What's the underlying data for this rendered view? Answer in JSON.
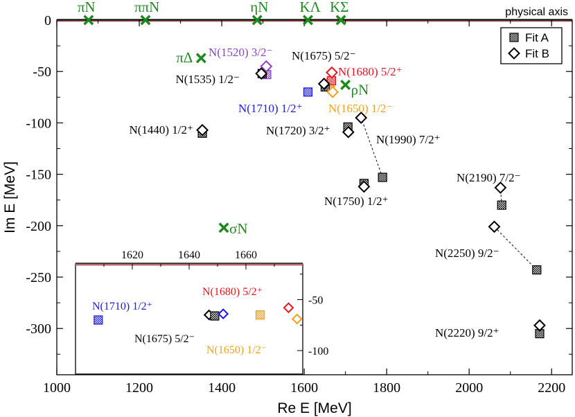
{
  "chart_data": {
    "type": "scatter",
    "xlabel": "Re E [MeV]",
    "ylabel": "Im E [MeV]",
    "xlim": [
      1000,
      2250
    ],
    "ylim": [
      -345,
      0
    ],
    "xticks": [
      1000,
      1200,
      1400,
      1600,
      1800,
      2000,
      2200
    ],
    "yticks": [
      0,
      -50,
      -100,
      -150,
      -200,
      -250,
      -300
    ],
    "axis_note": "physical axis",
    "legend": {
      "placement": "top-right",
      "entries": [
        {
          "name": "Fit A",
          "marker": "square"
        },
        {
          "name": "Fit B",
          "marker": "diamond"
        }
      ]
    },
    "colors": {
      "threshold": "#1e8a1e",
      "black": "#000000",
      "purple": "#8a3fc4",
      "red": "#e8141e",
      "blue": "#1a1ae6",
      "orange": "#f0a01e",
      "physical_axis": "#b07070"
    },
    "thresholds": [
      {
        "label": "πN",
        "x": 1077,
        "y": 0
      },
      {
        "label": "ππN",
        "x": 1215,
        "y": 0
      },
      {
        "label": "ηN",
        "x": 1486,
        "y": 0
      },
      {
        "label": "KΛ",
        "x": 1609,
        "y": 0
      },
      {
        "label": "KΣ",
        "x": 1689,
        "y": 0
      },
      {
        "label": "πΔ",
        "x": 1350,
        "y": -37
      },
      {
        "label": "ρN",
        "x": 1700,
        "y": -63
      },
      {
        "label": "σN",
        "x": 1405,
        "y": -202
      }
    ],
    "resonances": [
      {
        "label": "N(1440) 1/2⁺",
        "color": "black",
        "fitA": [
          1353,
          -110
        ],
        "fitB": [
          1353,
          -107
        ]
      },
      {
        "label": "N(1520) 3/2⁻",
        "color": "purple",
        "fitA": [
          1509,
          -53
        ],
        "fitB": [
          1508,
          -45
        ]
      },
      {
        "label": "N(1535) 1/2⁻",
        "color": "black",
        "fitA": [
          1498,
          -52
        ],
        "fitB": [
          1496,
          -52
        ]
      },
      {
        "label": "N(1650) 1/2⁻",
        "color": "orange",
        "fitA": [
          1664,
          -61
        ],
        "fitB": [
          1669,
          -70
        ]
      },
      {
        "label": "N(1675) 5/2⁻",
        "color": "black",
        "fitA": [
          1651,
          -65
        ],
        "fitB": [
          1648,
          -62
        ]
      },
      {
        "label": "N(1680) 5/2⁺",
        "color": "red",
        "fitA": [
          1666,
          -59
        ],
        "fitB": [
          1667,
          -51
        ]
      },
      {
        "label": "N(1710) 1/2⁺",
        "color": "blue",
        "fitA": [
          1609,
          -70
        ],
        "fitB": null
      },
      {
        "label": "N(1720) 3/2⁺",
        "color": "black",
        "fitA": [
          1706,
          -104
        ],
        "fitB": [
          1707,
          -109
        ]
      },
      {
        "label": "N(1750) 1/2⁺",
        "color": "black",
        "fitA": [
          1745,
          -159
        ],
        "fitB": [
          1745,
          -162
        ]
      },
      {
        "label": "N(1990) 7/2⁺",
        "color": "black",
        "fitA": [
          1790,
          -153
        ],
        "fitB": [
          1738,
          -95
        ]
      },
      {
        "label": "N(2190) 7/2⁻",
        "color": "black",
        "fitA": [
          2079,
          -180
        ],
        "fitB": [
          2076,
          -163
        ]
      },
      {
        "label": "N(2220) 9/2⁺",
        "color": "black",
        "fitA": [
          2171,
          -305
        ],
        "fitB": [
          2171,
          -297
        ]
      },
      {
        "label": "N(2250) 9/2⁻",
        "color": "black",
        "fitA": [
          2164,
          -243
        ],
        "fitB": [
          2061,
          -201
        ]
      }
    ],
    "inset": {
      "xlim": [
        1600,
        1680
      ],
      "ylim": [
        -123,
        -15
      ],
      "xticks": [
        1620,
        1640,
        1660
      ],
      "yticks": [
        -50,
        -100
      ],
      "labels": [
        {
          "text": "N(1710) 1/2⁺",
          "color": "blue"
        },
        {
          "text": "N(1680) 5/2⁺",
          "color": "red"
        },
        {
          "text": "N(1675) 5/2⁻",
          "color": "black"
        },
        {
          "text": "N(1650) 1/2⁻",
          "color": "orange"
        }
      ],
      "points": [
        {
          "label": "N(1710) 1/2⁺",
          "color": "blue",
          "marker": "square",
          "x": 1608,
          "y": -70
        },
        {
          "label": "N(1675) 5/2⁻",
          "color": "black",
          "marker": "diamond",
          "x": 1647,
          "y": -65
        },
        {
          "label": "N(1675) 5/2⁻",
          "color": "black",
          "marker": "square",
          "x": 1649,
          "y": -66
        },
        {
          "label": "N(1675) 5/2⁻",
          "color": "blue",
          "marker": "diamond",
          "x": 1652,
          "y": -64
        },
        {
          "label": "N(1650) 1/2⁻",
          "color": "orange",
          "marker": "square",
          "x": 1665,
          "y": -65
        },
        {
          "label": "N(1680) 5/2⁺",
          "color": "red",
          "marker": "diamond",
          "x": 1675,
          "y": -58
        },
        {
          "label": "N(1650) 1/2⁻",
          "color": "orange",
          "marker": "diamond",
          "x": 1678,
          "y": -69
        }
      ]
    }
  }
}
